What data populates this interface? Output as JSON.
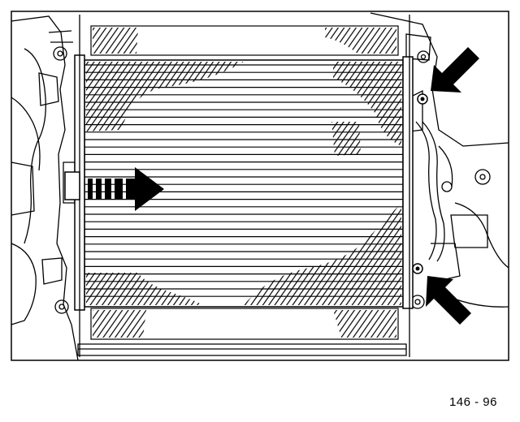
{
  "figure": {
    "label": "146 - 96",
    "line_color": "#000000",
    "background": "#ffffff",
    "elements": {
      "main_part": "condenser",
      "arrows": [
        "airflow-arrow",
        "upper-bolt-arrow",
        "lower-bolt-arrow"
      ],
      "bolts": [
        "upper-mounting-bolt",
        "lower-mounting-bolt"
      ]
    }
  }
}
